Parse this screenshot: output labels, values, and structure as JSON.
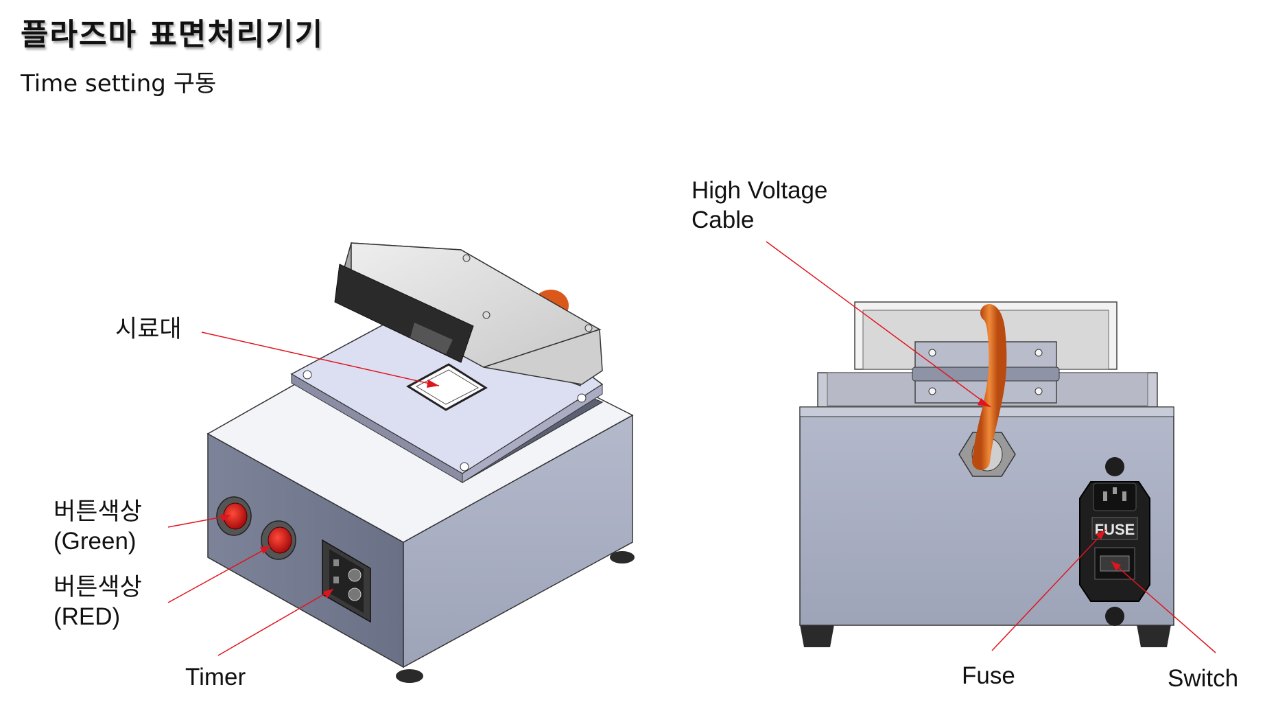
{
  "page": {
    "title": "플라즈마 표면처리기기",
    "subtitle": "Time setting 구동"
  },
  "labels": {
    "sample_stage": "시료대",
    "button_green_line1": "버튼색상",
    "button_green_line2": "(Green)",
    "button_red_line1": "버튼색상",
    "button_red_line2": "(RED)",
    "timer": "Timer",
    "hv_cable_line1": "High Voltage",
    "hv_cable_line2": "Cable",
    "fuse": "Fuse",
    "switch": "Switch"
  },
  "device_marking": {
    "fuse_text": "FUSE"
  },
  "colors": {
    "callout_line": "#e0141e",
    "cable": "#e0621a",
    "body_front": "#aab0c4",
    "body_side": "#8a90a4",
    "top_surface": "#f2f3f8"
  }
}
